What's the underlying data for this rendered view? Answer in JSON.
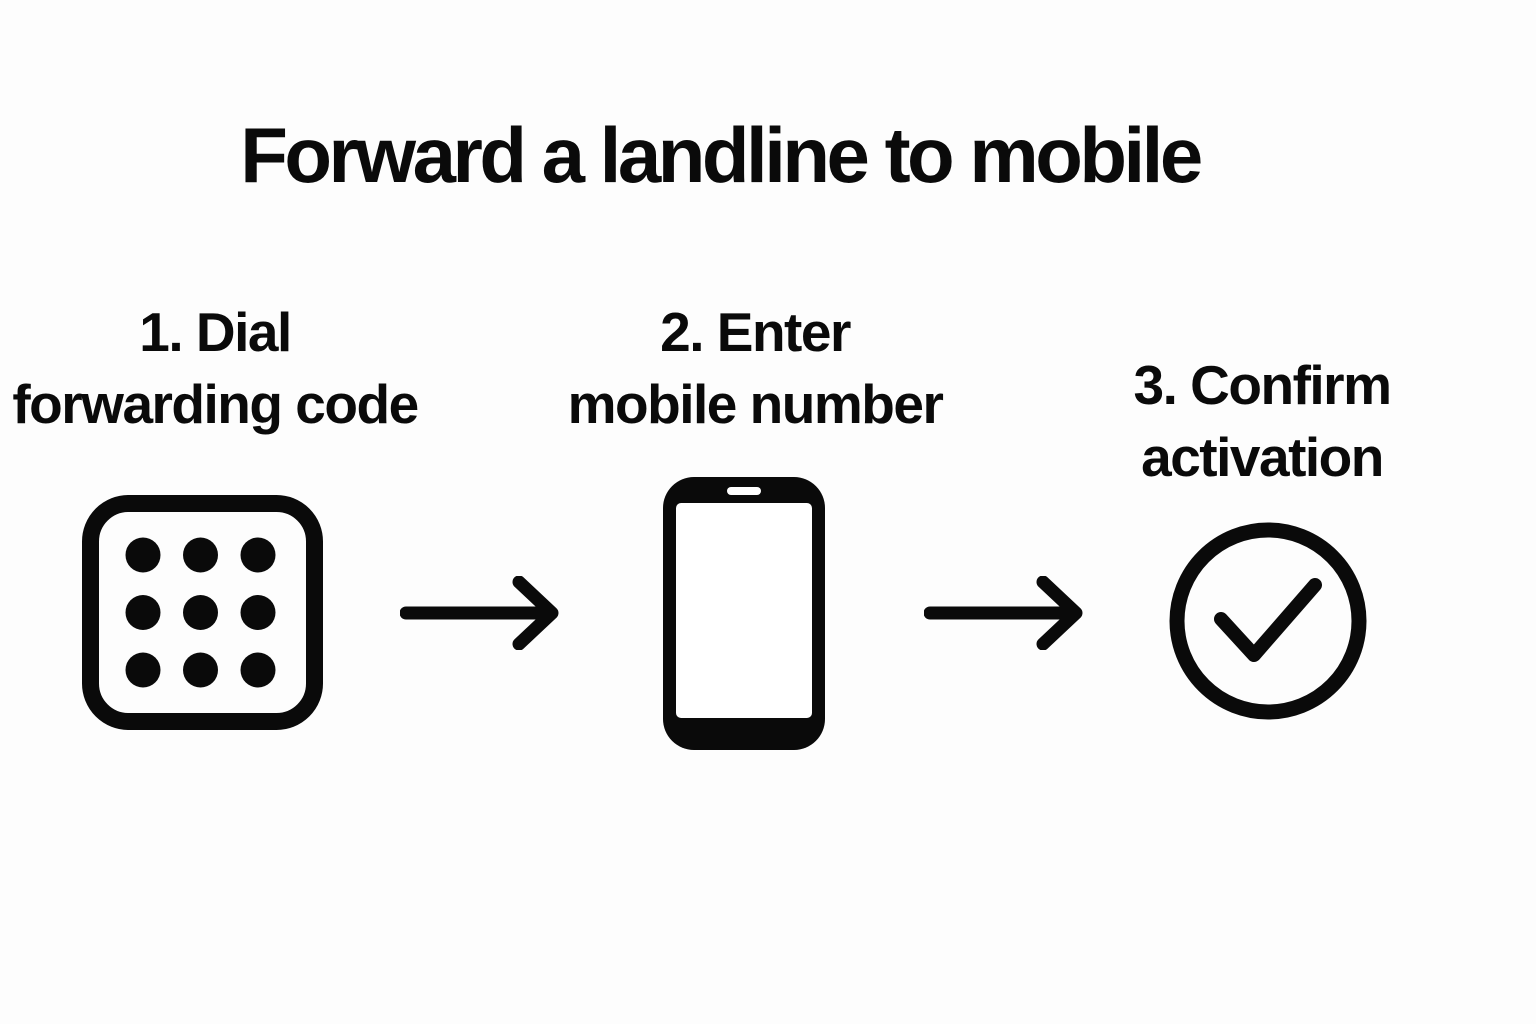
{
  "title": "Forward a landline to mobile",
  "colors": {
    "background": "#fdfdfd",
    "ink": "#0a0a0a"
  },
  "steps": [
    {
      "id": 1,
      "label_line1": "1. Dial",
      "label_line2": "forwarding code",
      "icon": "keypad-icon"
    },
    {
      "id": 2,
      "label_line1": "2. Enter",
      "label_line2": "mobile number",
      "icon": "smartphone-icon"
    },
    {
      "id": 3,
      "label_line1": "3. Confirm",
      "label_line2": "activation",
      "icon": "check-circle-icon"
    }
  ],
  "connectors": [
    {
      "icon": "arrow-right-icon"
    },
    {
      "icon": "arrow-right-icon"
    }
  ]
}
